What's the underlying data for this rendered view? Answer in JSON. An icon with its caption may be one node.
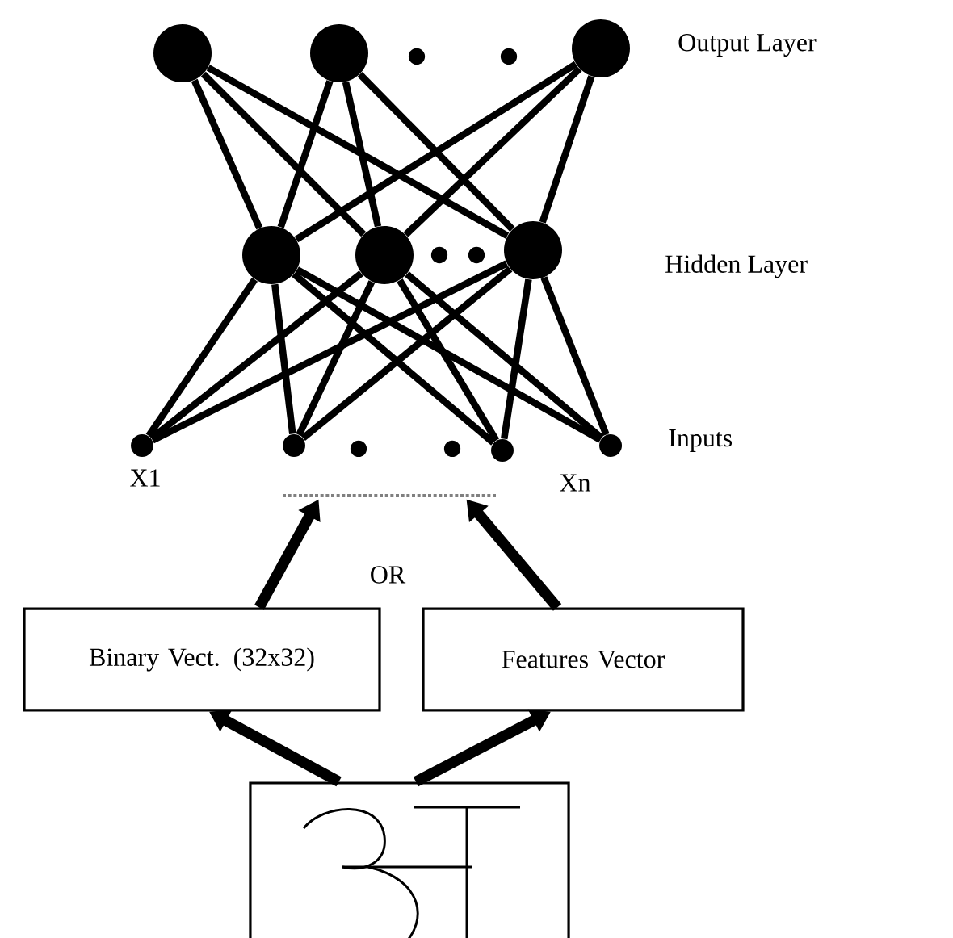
{
  "diagram": {
    "nodes": [
      {
        "text": [],
        "shape": "circle"
      },
      {
        "text": [],
        "shape": "circle"
      },
      {
        "text": [],
        "shape": "circle"
      },
      {
        "text": [],
        "shape": "circle"
      },
      {
        "text": [],
        "shape": "circle"
      },
      {
        "text": [],
        "shape": "circle"
      },
      {
        "text": [],
        "shape": "circle",
        "beside": [
          "X1"
        ]
      },
      {
        "text": [],
        "shape": "circle"
      },
      {
        "text": [],
        "shape": "circle"
      },
      {
        "text": [],
        "shape": "circle",
        "beside": [
          "Xn"
        ]
      },
      {
        "text": [],
        "shape": "bar"
      },
      {
        "text": [
          "Binary Vect. (32x32)"
        ]
      },
      {
        "text": [
          "Features Vector"
        ]
      },
      {
        "text": [],
        "shape": "picture"
      }
    ],
    "edges": [
      {
        "from": 3,
        "to": 0,
        "arrow": "none"
      },
      {
        "from": 3,
        "to": 1,
        "arrow": "none"
      },
      {
        "from": 3,
        "to": 2,
        "arrow": "none"
      },
      {
        "from": 4,
        "to": 0,
        "arrow": "none"
      },
      {
        "from": 4,
        "to": 1,
        "arrow": "none"
      },
      {
        "from": 4,
        "to": 2,
        "arrow": "none"
      },
      {
        "from": 5,
        "to": 0,
        "arrow": "none"
      },
      {
        "from": 5,
        "to": 1,
        "arrow": "none"
      },
      {
        "from": 5,
        "to": 2,
        "arrow": "none"
      },
      {
        "from": 6,
        "to": 3,
        "arrow": "none"
      },
      {
        "from": 6,
        "to": 4,
        "arrow": "none"
      },
      {
        "from": 6,
        "to": 5,
        "arrow": "none"
      },
      {
        "from": 7,
        "to": 3,
        "arrow": "none"
      },
      {
        "from": 7,
        "to": 4,
        "arrow": "none"
      },
      {
        "from": 7,
        "to": 5,
        "arrow": "none"
      },
      {
        "from": 8,
        "to": 3,
        "arrow": "none"
      },
      {
        "from": 8,
        "to": 4,
        "arrow": "none"
      },
      {
        "from": 8,
        "to": 5,
        "arrow": "none"
      },
      {
        "from": 9,
        "to": 3,
        "arrow": "none"
      },
      {
        "from": 9,
        "to": 4,
        "arrow": "none"
      },
      {
        "from": 9,
        "to": 5,
        "arrow": "none"
      },
      {
        "from": 11,
        "to": 10,
        "arrow": "to"
      },
      {
        "from": 12,
        "to": 10,
        "arrow": "to"
      },
      {
        "from": 13,
        "to": 11,
        "arrow": "to"
      },
      {
        "from": 13,
        "to": 12,
        "arrow": "to"
      }
    ],
    "labels": [
      "Output Layer",
      "Hidden Layer",
      "Inputs",
      "OR"
    ]
  }
}
